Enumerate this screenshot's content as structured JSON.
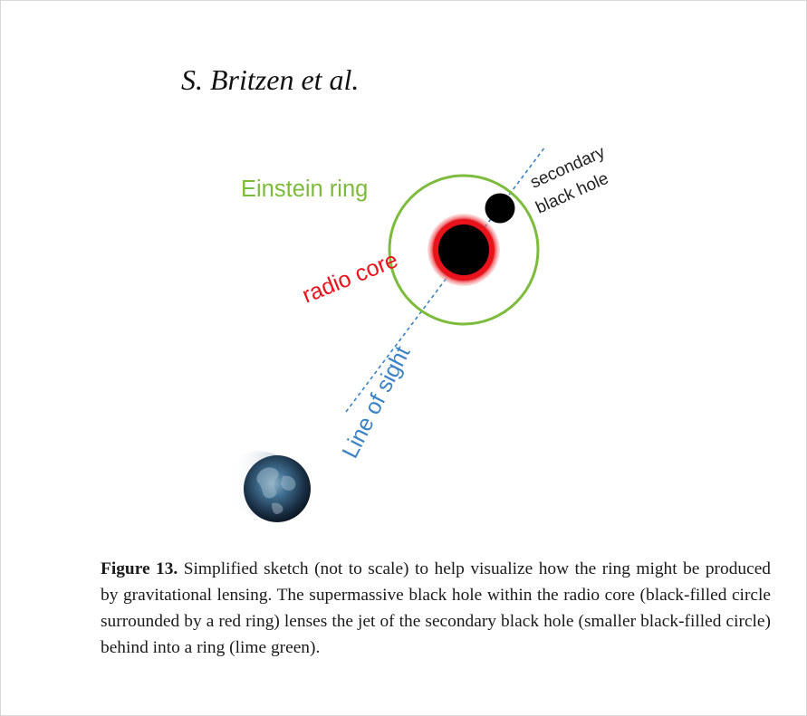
{
  "header": {
    "running_head": "S. Britzen et al."
  },
  "sketch": {
    "labels": {
      "einstein_ring": "Einstein ring",
      "radio_core": "radio core",
      "secondary_line1": "secondary",
      "secondary_line2": "black hole",
      "line_of_sight": "Line of sight"
    },
    "colors": {
      "einstein_ring": "#7dbb3c",
      "radio_core": "#e8131b",
      "black_hole": "#000000",
      "line_of_sight": "#3a82c4",
      "label_black": "#222222"
    },
    "icons": {
      "earth": "earth-globe-icon"
    }
  },
  "caption": {
    "label": "Figure 13.",
    "text": "Simplified sketch (not to scale) to help visualize how the ring might be produced by gravitational lensing. The supermassive black hole within the radio core (black-filled circle surrounded by a red ring) lenses the jet of the secondary black hole (smaller black-filled circle) behind into a ring (lime green)."
  }
}
